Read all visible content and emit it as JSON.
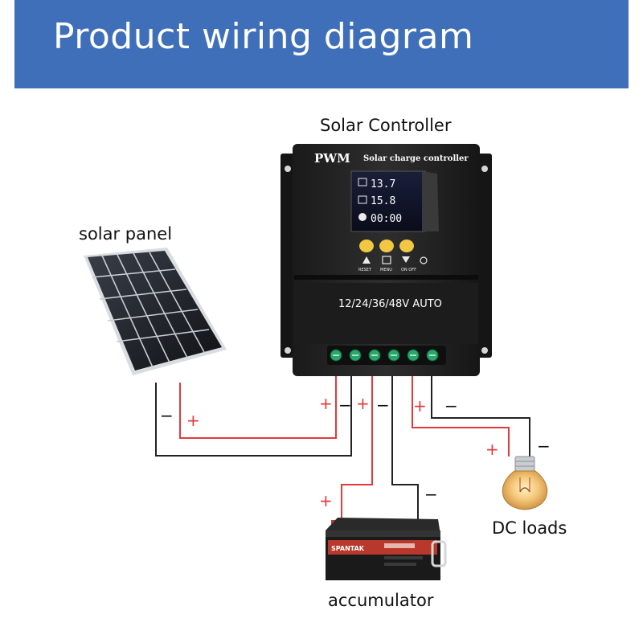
{
  "header": {
    "title": "Product wiring diagram"
  },
  "labels": {
    "controller": "Solar Controller",
    "solar_panel": "solar panel",
    "dc_loads": "DC loads",
    "accumulator": "accumulator"
  },
  "controller": {
    "brand": "PWM",
    "subtitle": "Solar charge controller",
    "voltage": "12/24/36/48V AUTO",
    "lcd_line1": "13.7",
    "lcd_line2": "15.8",
    "lcd_line3": "00:00",
    "button_reset": "RESET",
    "button_menu": "MENU",
    "button_onoff": "ON OFF"
  },
  "battery": {
    "brand": "SPANTAK"
  },
  "signs": {
    "plus": "+",
    "minus": "−"
  },
  "colors": {
    "header": "#3f6fb8",
    "positive_wire": "#e23a3a",
    "negative_wire": "#222222"
  }
}
